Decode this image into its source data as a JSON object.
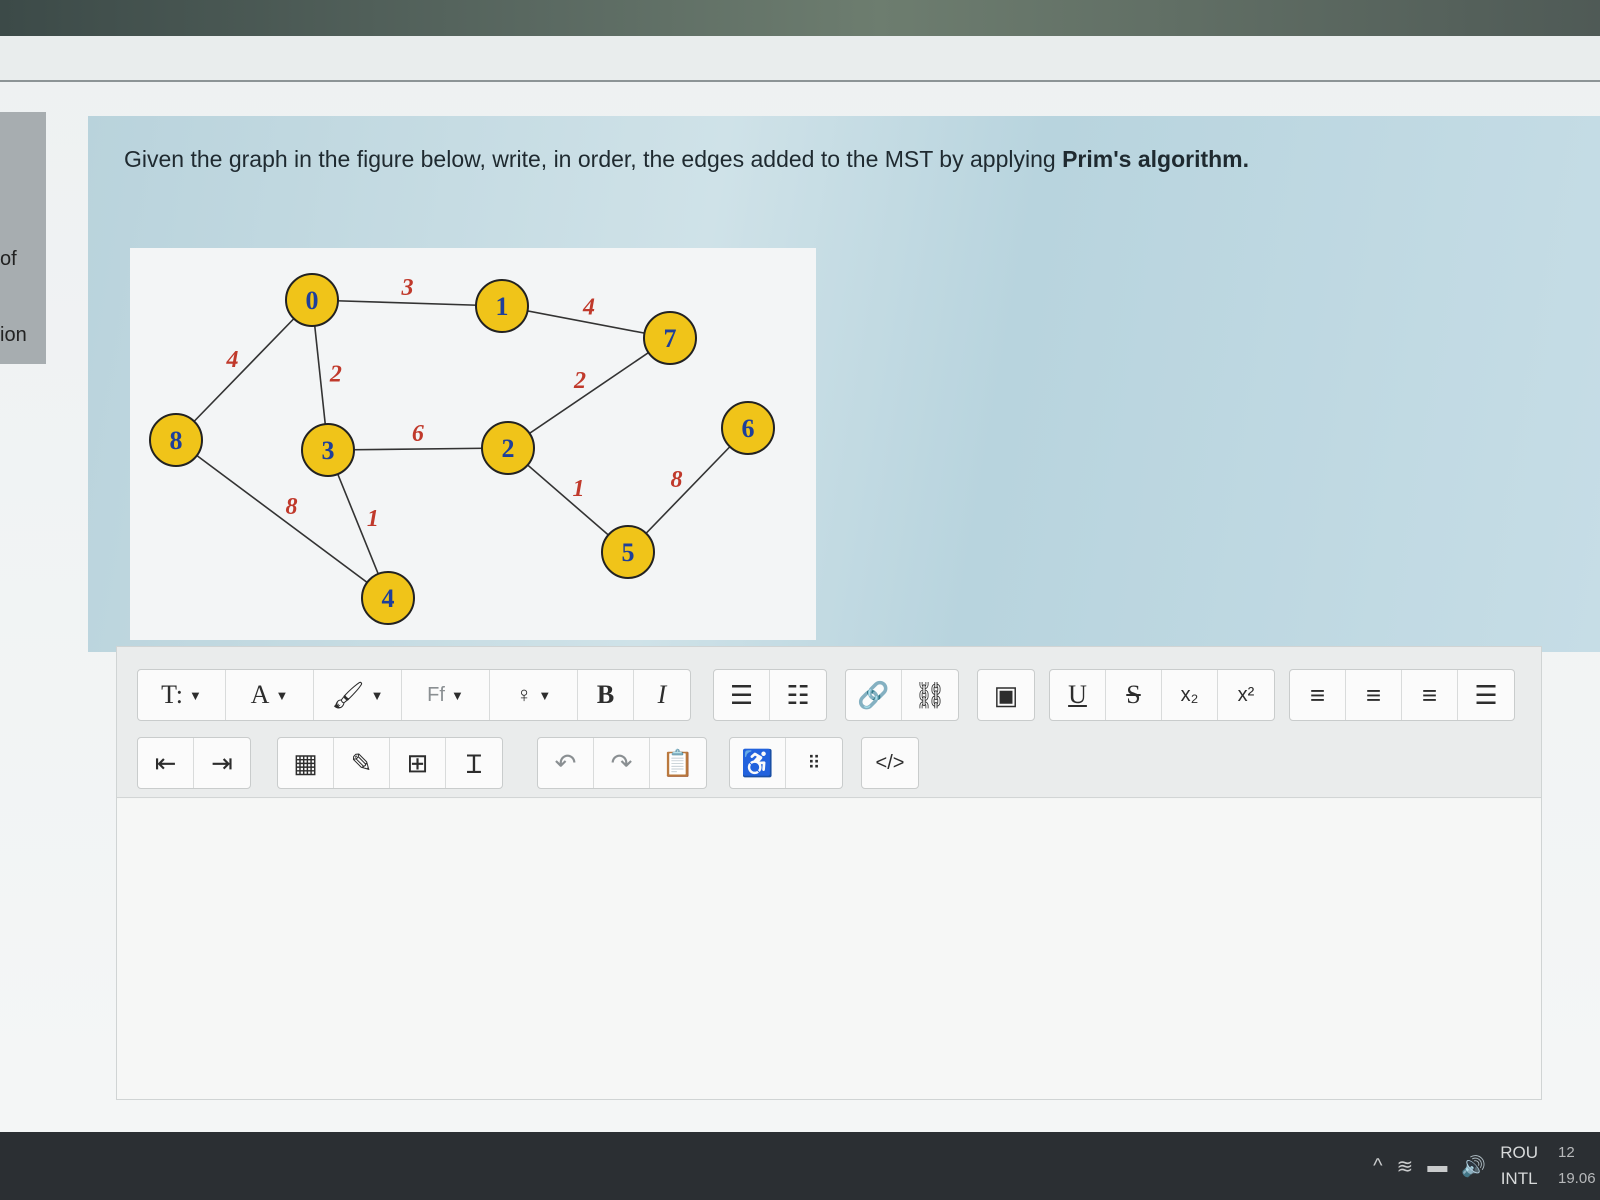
{
  "question": {
    "text_prefix": "Given the graph in the figure below, write, in order, the edges added to the MST by applying ",
    "text_bold": "Prim's algorithm."
  },
  "left_panel": {
    "fragment_1": "of",
    "fragment_2": "ion"
  },
  "graph": {
    "nodes": [
      {
        "id": "0",
        "label": "0"
      },
      {
        "id": "1",
        "label": "1"
      },
      {
        "id": "2",
        "label": "2"
      },
      {
        "id": "3",
        "label": "3"
      },
      {
        "id": "4",
        "label": "4"
      },
      {
        "id": "5",
        "label": "5"
      },
      {
        "id": "6",
        "label": "6"
      },
      {
        "id": "7",
        "label": "7"
      },
      {
        "id": "8",
        "label": "8"
      }
    ],
    "edges": [
      {
        "from": "0",
        "to": "1",
        "weight": "3"
      },
      {
        "from": "1",
        "to": "7",
        "weight": "4"
      },
      {
        "from": "0",
        "to": "8",
        "weight": "4"
      },
      {
        "from": "0",
        "to": "3",
        "weight": "2"
      },
      {
        "from": "7",
        "to": "2",
        "weight": "2"
      },
      {
        "from": "3",
        "to": "2",
        "weight": "6"
      },
      {
        "from": "2",
        "to": "5",
        "weight": "1"
      },
      {
        "from": "5",
        "to": "6",
        "weight": "8"
      },
      {
        "from": "8",
        "to": "4",
        "weight": "8"
      },
      {
        "from": "3",
        "to": "4",
        "weight": "1"
      }
    ],
    "node_fill": "#f0c419",
    "node_text_color": "#1e3f9a",
    "weight_color": "#c0392b"
  },
  "toolbar": {
    "row1": {
      "text_style": "T:",
      "font_color": "A",
      "font_family": "Ff",
      "bold": "B",
      "italic": "I",
      "underline": "U",
      "strike": "S",
      "subscript": "x₂",
      "superscript": "x²"
    },
    "row2": {
      "code": "</>"
    }
  },
  "taskbar": {
    "lang_top": "ROU",
    "lang_bottom": "INTL",
    "time_top": "12",
    "time_bottom": "19.06"
  }
}
